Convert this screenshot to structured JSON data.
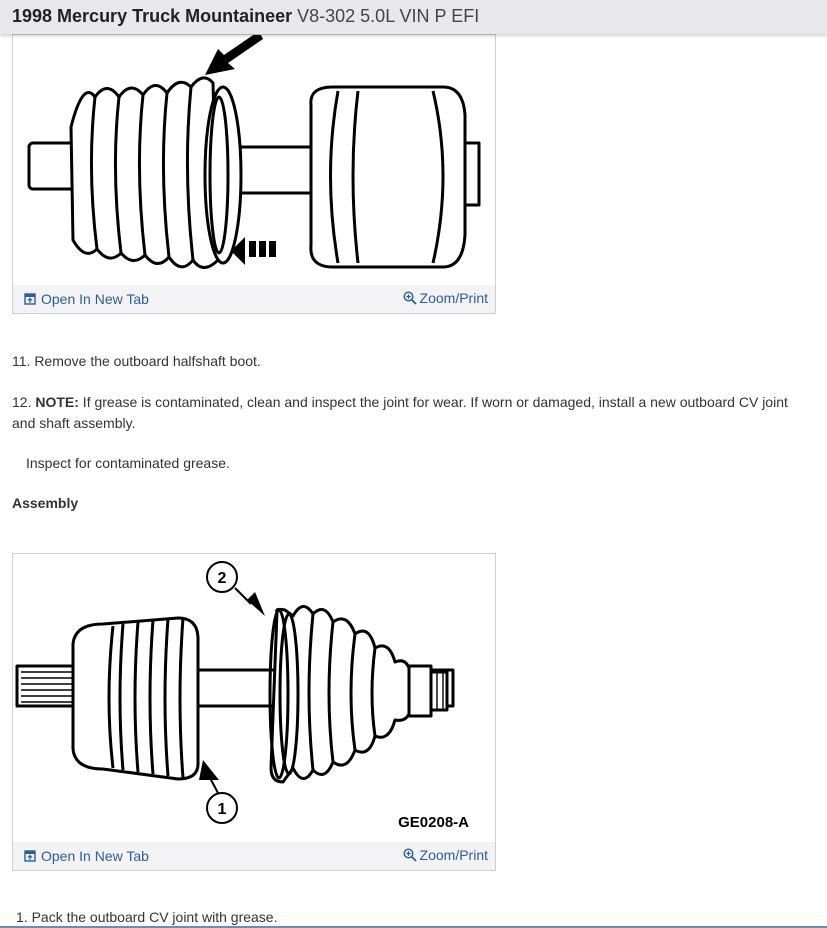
{
  "header": {
    "title_bold": "1998 Mercury Truck Mountaineer",
    "title_sub": "V8-302 5.0L VIN P EFI"
  },
  "figures": [
    {
      "open_label": "Open In New Tab",
      "zoom_label": "Zoom/Print"
    },
    {
      "open_label": "Open In New Tab",
      "zoom_label": "Zoom/Print",
      "label_1": "1",
      "label_2": "2",
      "code": "GE0208-A"
    }
  ],
  "steps": {
    "step11": "11. Remove the outboard halfshaft boot.",
    "step12_prefix": "12. ",
    "step12_note": "NOTE:",
    "step12_text": " If grease is contaminated, clean and inspect the joint for wear. If worn or damaged, install a new outboard CV joint and shaft assembly.",
    "step12_sub": "Inspect for contaminated grease.",
    "assembly_heading": "Assembly",
    "step1": "1. Pack the outboard CV joint with grease."
  },
  "colors": {
    "link": "#2b5d9c",
    "header_bg": "#e8e8ea"
  }
}
